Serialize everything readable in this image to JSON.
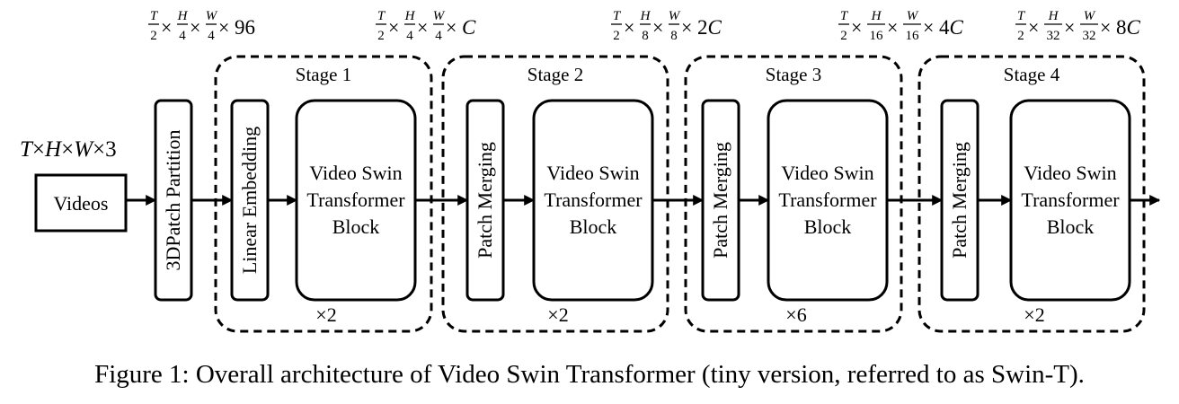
{
  "input": {
    "label": "Videos",
    "shape": {
      "T": "T",
      "times": "×",
      "H": "H",
      "W": "W",
      "ch": "3"
    }
  },
  "partition": {
    "label": "3DPatch Partition"
  },
  "dims": [
    {
      "c": "96",
      "ch": "",
      "hd": "4",
      "wd": "4"
    },
    {
      "c": "",
      "ch": "C",
      "hd": "4",
      "wd": "4"
    },
    {
      "c": "2",
      "ch": "C",
      "hd": "8",
      "wd": "8"
    },
    {
      "c": "4",
      "ch": "C",
      "hd": "16",
      "wd": "16"
    },
    {
      "c": "8",
      "ch": "C",
      "hd": "32",
      "wd": "32"
    }
  ],
  "frac_symbols": {
    "T": "T",
    "H": "H",
    "W": "W",
    "two": "2",
    "times": "×"
  },
  "stages": [
    {
      "title": "Stage 1",
      "side_label": "Linear Embedding",
      "repeat": "×2"
    },
    {
      "title": "Stage 2",
      "side_label": "Patch Merging",
      "repeat": "×2"
    },
    {
      "title": "Stage 3",
      "side_label": "Patch Merging",
      "repeat": "×6"
    },
    {
      "title": "Stage 4",
      "side_label": "Patch Merging",
      "repeat": "×2"
    }
  ],
  "block": {
    "line1": "Video Swin",
    "line2": "Transformer",
    "line3": "Block"
  },
  "caption": "Figure 1: Overall architecture of Video Swin Transformer (tiny version, referred to as Swin-T)."
}
